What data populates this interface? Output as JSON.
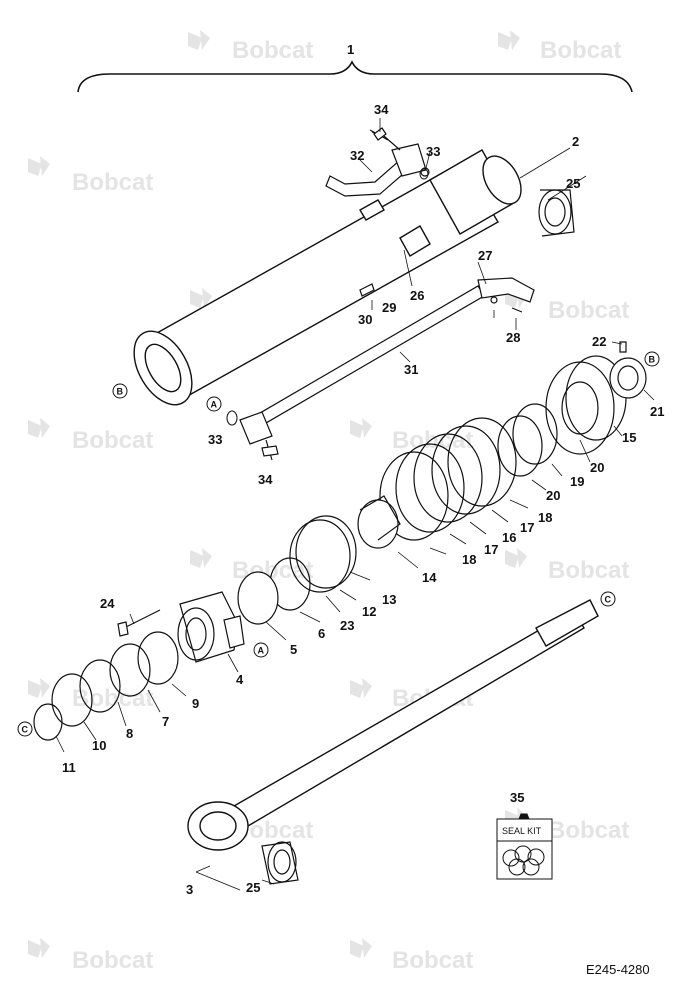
{
  "watermark": {
    "text": "Bobcat"
  },
  "assembly_number": "1",
  "callouts": [
    "2",
    "25",
    "34",
    "32",
    "33",
    "27",
    "26",
    "29",
    "30",
    "28",
    "31",
    "22",
    "21",
    "15",
    "20",
    "19",
    "20",
    "18",
    "17",
    "16",
    "17",
    "18",
    "14",
    "13",
    "12",
    "23",
    "6",
    "5",
    "4",
    "24",
    "9",
    "7",
    "8",
    "10",
    "11",
    "3",
    "25",
    "33",
    "34",
    "35"
  ],
  "ref_markers": {
    "b": "B",
    "a": "A",
    "c": "C"
  },
  "seal_kit_label": "SEAL KIT",
  "document_id": "E245-4280"
}
